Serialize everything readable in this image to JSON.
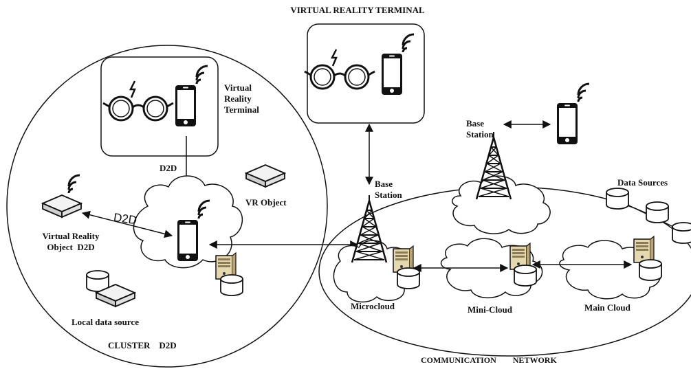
{
  "labels": {
    "vr_terminal_top": "VIRTUAL REALITY  TERMINAL",
    "vr_terminal_left": "Virtual\nReality\nTerminal",
    "d2d_vertical": "D2D",
    "vr_object": "VR Object",
    "d2d_diagonal": "D2D",
    "vr_object_d2d": "Virtual Reality\nObject  D2D",
    "local_data_source": "Local data source",
    "cluster_d2d": "CLUSTER    D2D",
    "base_station_left": "Base\nStation",
    "base_station_right": "Base\nStation",
    "data_sources": "Data Sources",
    "microcloud": "Microcloud",
    "mini_cloud": "Mini-Cloud",
    "main_cloud": "Main Cloud",
    "communication_network": "COMMUNICATION        NETWORK"
  },
  "icons": {
    "glasses": "vr-glasses-icon",
    "phone": "smartphone-icon",
    "server": "server-icon",
    "database": "database-icon",
    "tower": "cell-tower-icon",
    "router": "router-box-icon",
    "cloud": "cloud-icon"
  },
  "colors": {
    "stroke": "#111111",
    "background": "#ffffff",
    "server": "#d9c79a"
  }
}
